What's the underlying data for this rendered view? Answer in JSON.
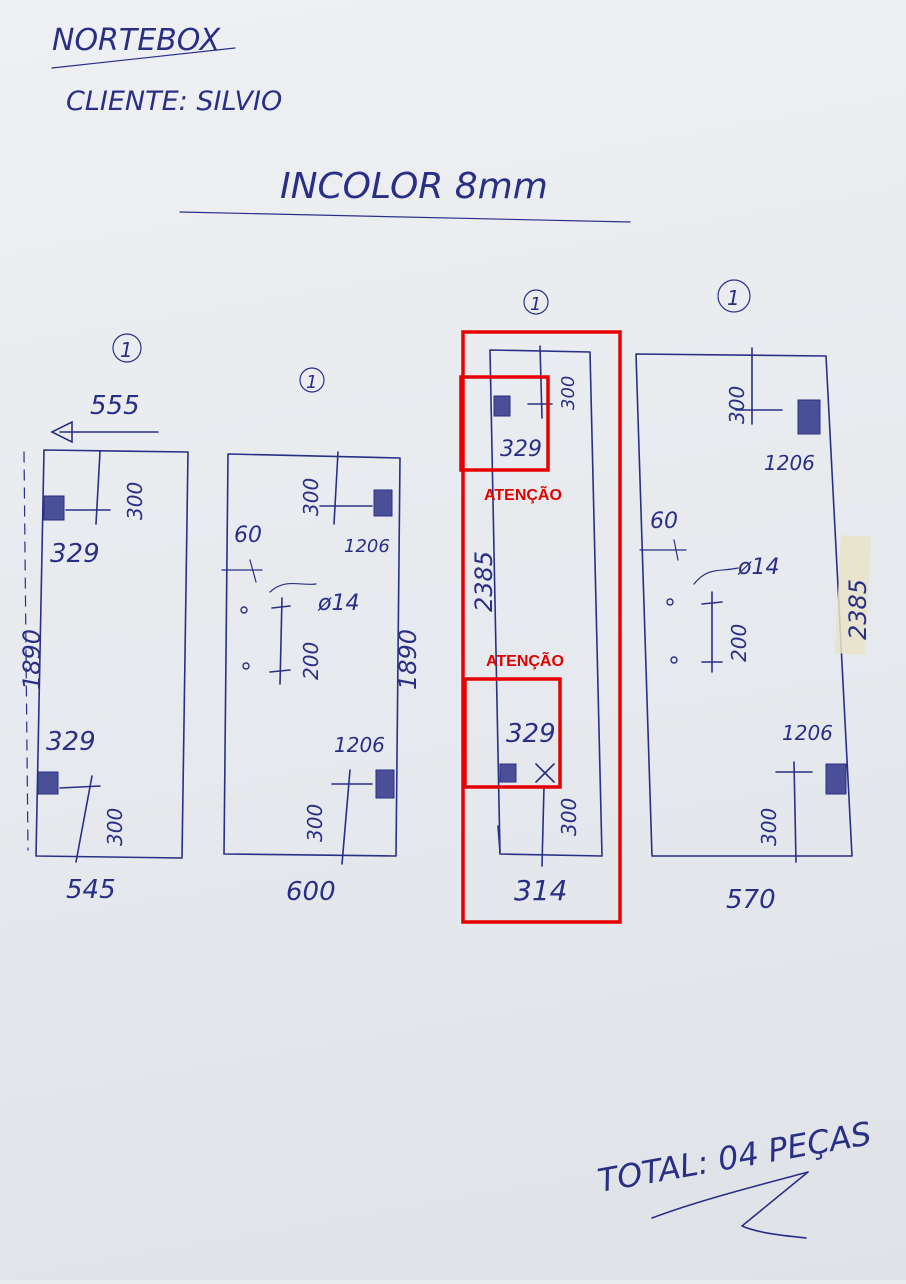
{
  "header": {
    "company": "NORTEBOX",
    "client": "CLIENTE: SILVIO",
    "material": "INCOLOR 8mm"
  },
  "pieces": [
    {
      "qty": "1",
      "top_width": "555",
      "height": "1890",
      "bottom_width": "545",
      "top_hole_offset": "300",
      "top_hole_position": "329",
      "bottom_hole_position": "329",
      "bottom_hole_offset": "300"
    },
    {
      "qty": "1",
      "height": "1890",
      "bottom_width": "600",
      "top_hole_offset": "300",
      "top_hole_label": "1206",
      "left_offset": "60",
      "hole_diameter": "ø14",
      "hole_spacing": "200",
      "bottom_hole_label": "1206",
      "bottom_hole_offset": "300"
    },
    {
      "qty": "1",
      "height": "2385",
      "bottom_width": "314",
      "top_hole_offset": "300",
      "top_hole_position": "329",
      "bottom_hole_position": "329",
      "bottom_hole_offset": "300",
      "warning_top": "ATENÇÃO",
      "warning_bottom": "ATENÇÃO"
    },
    {
      "qty": "1",
      "height": "2385",
      "bottom_width": "570",
      "top_hole_offset": "300",
      "top_hole_label": "1206",
      "left_offset": "60",
      "hole_diameter": "ø14",
      "hole_spacing": "200",
      "bottom_hole_label": "1206",
      "bottom_hole_offset": "300"
    }
  ],
  "footer": {
    "total": "TOTAL: 04 PEÇAS"
  },
  "colors": {
    "ink": "#2a2f86",
    "highlight": "#e60000",
    "paper": "#e9ebee"
  }
}
